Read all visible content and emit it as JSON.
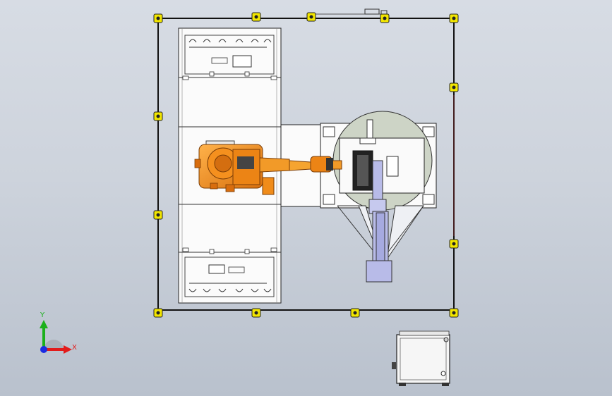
{
  "scene": {
    "colors": {
      "robot": "#f08c1a",
      "robot_dark": "#b05a0a",
      "frame": "#111111",
      "marker": "#f2e600",
      "panel": "#fafafa",
      "turntable": "#c8cfc4",
      "cylinder": "#b5b7e6",
      "cabinet": "#f4f4f4"
    },
    "objects": [
      {
        "name": "safety-fence"
      },
      {
        "name": "base-platform"
      },
      {
        "name": "industrial-robot"
      },
      {
        "name": "turntable"
      },
      {
        "name": "positioner-arm"
      },
      {
        "name": "control-cabinet"
      }
    ]
  },
  "triad": {
    "x_label": "X",
    "y_label": "Y",
    "x_color": "#e21b1b",
    "y_color": "#1bb01b",
    "z_color": "#1b2be2"
  }
}
